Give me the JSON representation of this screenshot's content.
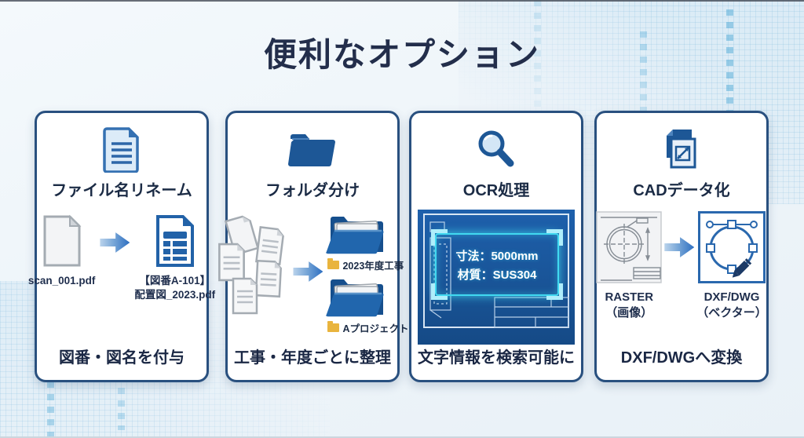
{
  "page": {
    "title": "便利なオプション",
    "background_color": "#eef4f9",
    "accent_navy": "#29507f",
    "accent_blue": "#1d5796",
    "accent_cyan": "#41d9f0",
    "folder_yellow": "#e9b43d"
  },
  "cards": [
    {
      "id": "file-rename",
      "icon": "document-icon",
      "header": "ファイル名リネーム",
      "before_label": "scan_001.pdf",
      "after_label_line1": "【図番A-101】",
      "after_label_line2": "配置図_2023.pdf",
      "caption": "図番・図名を付与"
    },
    {
      "id": "folder-sort",
      "icon": "folder-icon",
      "header": "フォルダ分け",
      "folders": [
        "2023年度工事",
        "Aプロジェクト"
      ],
      "caption": "工事・年度ごとに整理"
    },
    {
      "id": "ocr",
      "icon": "magnifier-icon",
      "header": "OCR処理",
      "panel_lines": [
        "寸法：5000mm",
        "材質：SUS304"
      ],
      "caption": "文字情報を検索可能に"
    },
    {
      "id": "cad",
      "icon": "cad-document-icon",
      "header": "CADデータ化",
      "before_label_line1": "RASTER",
      "before_label_line2": "（画像）",
      "after_label_line1": "DXF/DWG",
      "after_label_line2": "（ベクター）",
      "caption": "DXF/DWGへ変換"
    }
  ]
}
